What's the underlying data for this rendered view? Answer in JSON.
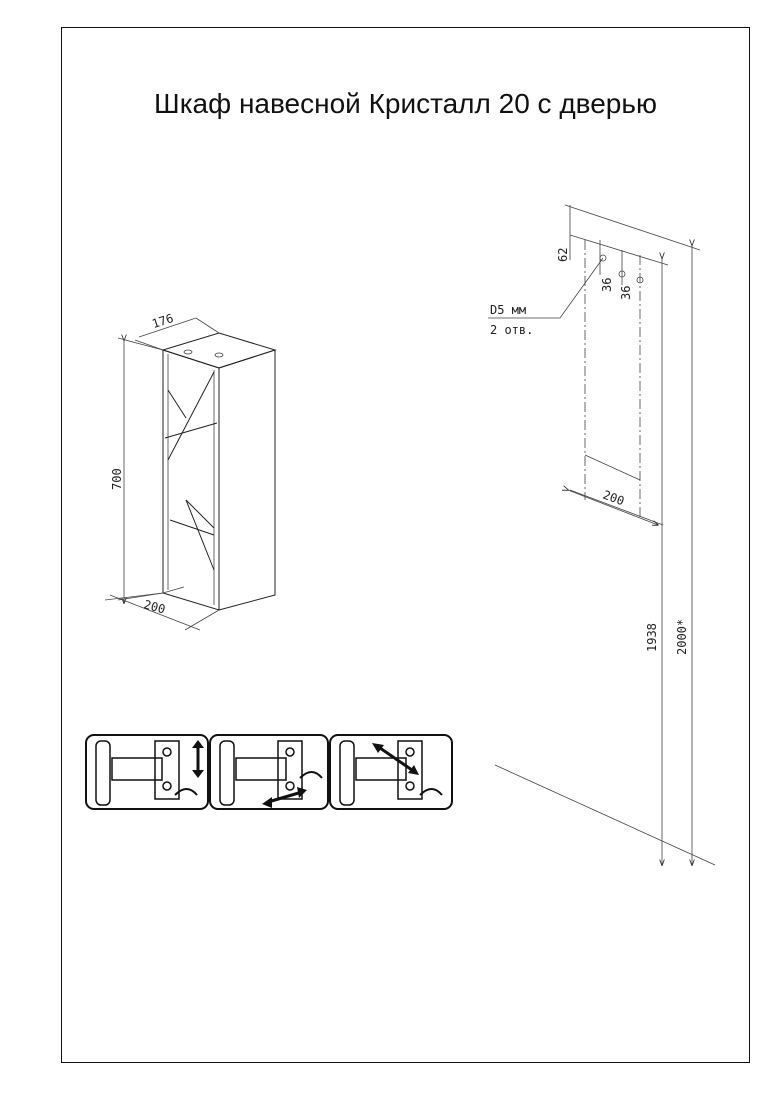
{
  "title": "Шкаф навесной Кристалл 20 с дверью",
  "cabinet": {
    "depth_label": "176",
    "height_label": "700",
    "width_label": "200"
  },
  "mounting": {
    "top_offset_label": "62",
    "hole_spacing_a_label": "36",
    "hole_spacing_b_label": "36",
    "hole_note_line1": "D5 мм",
    "hole_note_line2": "2 отв.",
    "width_label": "200",
    "height_to_holes_label": "1938",
    "total_height_label": "2000*"
  },
  "hinge_steps": [
    {
      "name": "vertical-adjust",
      "icon": "up-down-arrow-icon"
    },
    {
      "name": "horizontal-adjust",
      "icon": "left-right-arrow-icon"
    },
    {
      "name": "depth-adjust",
      "icon": "diagonal-arrow-icon"
    }
  ]
}
